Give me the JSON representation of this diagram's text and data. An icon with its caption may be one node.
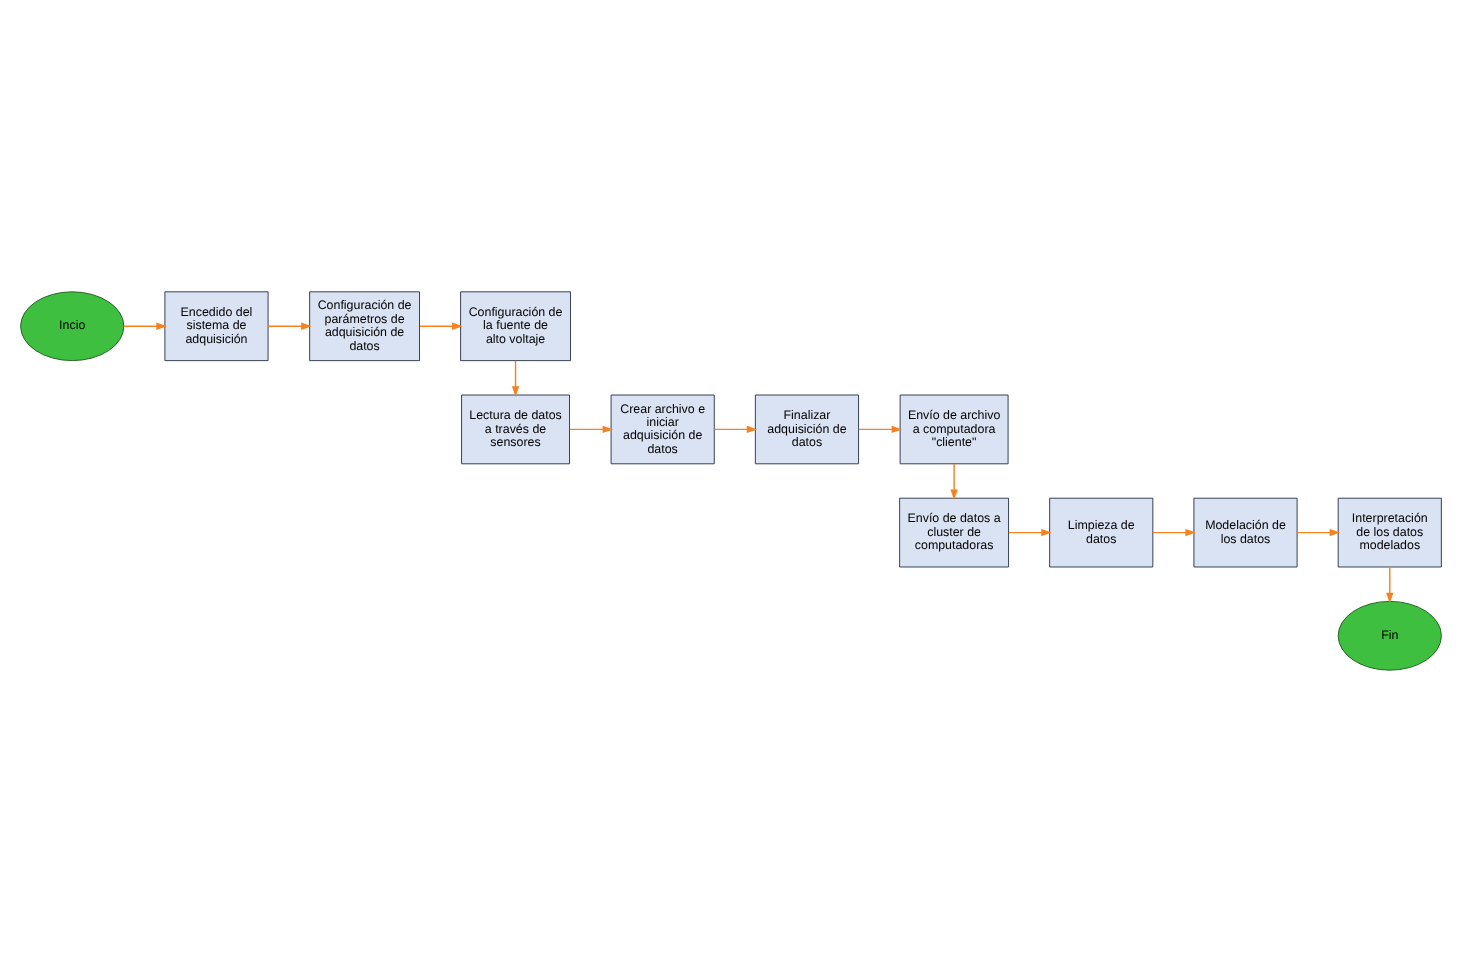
{
  "diagram": {
    "nodes": [
      {
        "text": [
          "Incio"
        ]
      },
      {
        "text": [
          "Encedido del sistema de adquisición"
        ]
      },
      {
        "text": [
          "Configuración de parámetros de adquisición de datos"
        ]
      },
      {
        "text": [
          "Configuración de la fuente de alto voltaje"
        ]
      },
      {
        "text": [
          "Lectura de datos a través de sensores"
        ]
      },
      {
        "text": [
          "Crear archivo e iniciar adquisición de datos"
        ]
      },
      {
        "text": [
          "Finalizar adquisición de datos"
        ]
      },
      {
        "text": [
          "Envío de archivo a computadora \"cliente\""
        ]
      },
      {
        "text": [
          "Envío de datos a cluster de computadoras"
        ]
      },
      {
        "text": [
          "Limpieza de datos"
        ]
      },
      {
        "text": [
          "Modelación de los datos"
        ]
      },
      {
        "text": [
          "Interpretación de los datos modelados"
        ]
      },
      {
        "text": [
          "Fin"
        ]
      }
    ],
    "edges": [
      {
        "from": 0,
        "to": 1,
        "arrow": "to"
      },
      {
        "from": 1,
        "to": 2,
        "arrow": "to"
      },
      {
        "from": 2,
        "to": 3,
        "arrow": "to"
      },
      {
        "from": 3,
        "to": 4,
        "arrow": "to"
      },
      {
        "from": 4,
        "to": 5,
        "arrow": "to"
      },
      {
        "from": 5,
        "to": 6,
        "arrow": "to"
      },
      {
        "from": 6,
        "to": 7,
        "arrow": "to"
      },
      {
        "from": 7,
        "to": 8,
        "arrow": "to"
      },
      {
        "from": 8,
        "to": 9,
        "arrow": "to"
      },
      {
        "from": 9,
        "to": 10,
        "arrow": "to"
      },
      {
        "from": 10,
        "to": 11,
        "arrow": "to"
      },
      {
        "from": 11,
        "to": 12,
        "arrow": "to"
      }
    ]
  }
}
